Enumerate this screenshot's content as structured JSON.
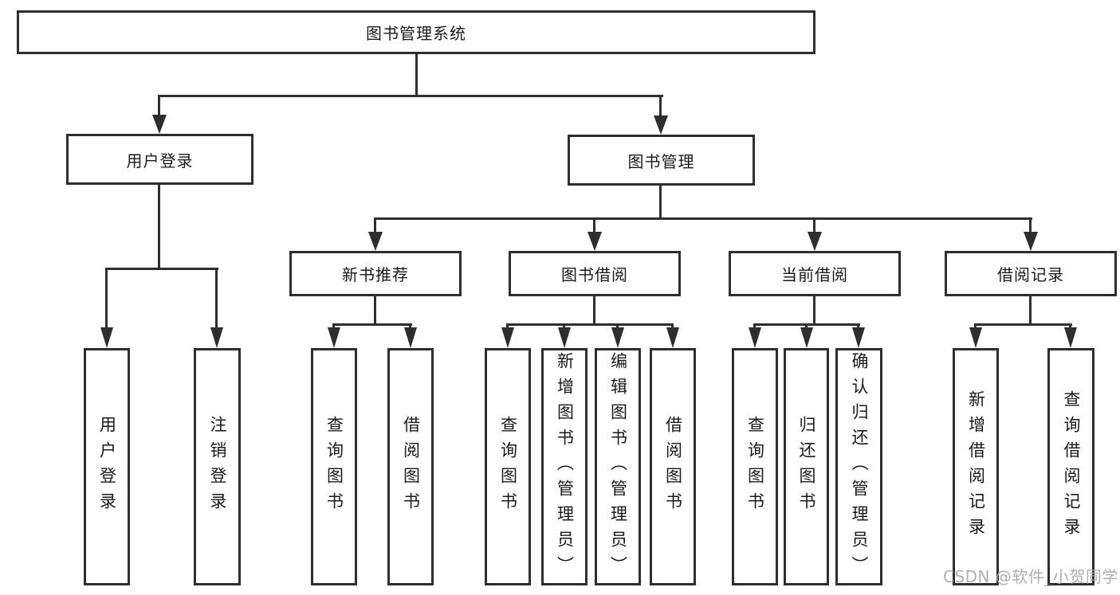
{
  "diagram": {
    "title_note": "functional structure tree of a library management system",
    "root": {
      "label": "图书管理系统"
    },
    "level2": [
      {
        "id": "user-login",
        "label": "用户登录"
      },
      {
        "id": "book-management",
        "label": "图书管理"
      }
    ],
    "level3": [
      {
        "id": "new-book-recommend",
        "label": "新书推荐"
      },
      {
        "id": "book-borrow",
        "label": "图书借阅"
      },
      {
        "id": "current-borrow",
        "label": "当前借阅"
      },
      {
        "id": "borrow-records",
        "label": "借阅记录"
      }
    ],
    "leaves": {
      "user_login": [
        "用户登录",
        "注销登录"
      ],
      "new_book_recommend": [
        "查询图书",
        "借阅图书"
      ],
      "book_borrow": [
        "查询图书",
        "新增图书（管理员）",
        "编辑图书（管理员）",
        "借阅图书"
      ],
      "current_borrow": [
        "查询图书",
        "归还图书",
        "确认归还（管理员）"
      ],
      "borrow_records": [
        "新增借阅记录",
        "查询借阅记录"
      ]
    }
  },
  "watermark": {
    "text": "CSDN @软件_小贺同学"
  },
  "colors": {
    "line": "#2e2e2e",
    "box_fill": "#ffffff",
    "text": "#1a1a1a",
    "watermark": "#a9a9a9",
    "background": "#ffffff"
  }
}
